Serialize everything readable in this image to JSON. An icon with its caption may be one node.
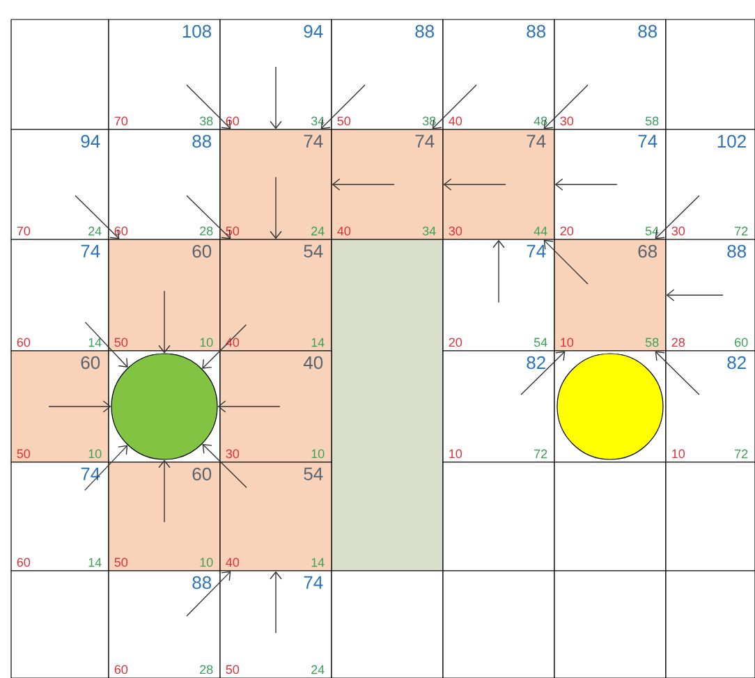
{
  "diagram": {
    "nodes": [
      {
        "text": [],
        "shape": "box"
      },
      {
        "text": [
          "108",
          "70",
          "38"
        ]
      },
      {
        "text": [
          "94",
          "60",
          "34"
        ]
      },
      {
        "text": [
          "88",
          "50",
          "38"
        ]
      },
      {
        "text": [
          "88",
          "40",
          "48"
        ]
      },
      {
        "text": [
          "88",
          "30",
          "58"
        ]
      },
      {
        "text": [],
        "shape": "box"
      },
      {
        "text": [
          "94",
          "70",
          "24"
        ]
      },
      {
        "text": [
          "88",
          "60",
          "28"
        ]
      },
      {
        "text": [
          "74",
          "50",
          "24"
        ]
      },
      {
        "text": [
          "74",
          "40",
          "34"
        ]
      },
      {
        "text": [
          "74",
          "30",
          "44"
        ]
      },
      {
        "text": [
          "74",
          "20",
          "54"
        ]
      },
      {
        "text": [
          "102",
          "30",
          "72"
        ]
      },
      {
        "text": [
          "74",
          "60",
          "14"
        ]
      },
      {
        "text": [
          "60",
          "50",
          "10"
        ]
      },
      {
        "text": [
          "54",
          "40",
          "14"
        ]
      },
      {
        "text": [],
        "shape": "bar"
      },
      {
        "text": [
          "74",
          "20",
          "54"
        ]
      },
      {
        "text": [
          "68",
          "10",
          "58"
        ]
      },
      {
        "text": [
          "88",
          "28",
          "60"
        ]
      },
      {
        "text": [
          "60",
          "50",
          "10"
        ]
      },
      {
        "text": [],
        "shape": "circle"
      },
      {
        "text": [
          "40",
          "30",
          "10"
        ]
      },
      {
        "text": [
          "82",
          "10",
          "72"
        ]
      },
      {
        "text": [],
        "shape": "circle"
      },
      {
        "text": [
          "82",
          "10",
          "72"
        ]
      },
      {
        "text": [
          "74",
          "60",
          "14"
        ]
      },
      {
        "text": [
          "60",
          "50",
          "10"
        ]
      },
      {
        "text": [
          "54",
          "40",
          "14"
        ]
      },
      {
        "text": [],
        "shape": "box"
      },
      {
        "text": [],
        "shape": "box"
      },
      {
        "text": [],
        "shape": "box"
      },
      {
        "text": [],
        "shape": "box"
      },
      {
        "text": [
          "88",
          "60",
          "28"
        ]
      },
      {
        "text": [
          "74",
          "50",
          "24"
        ]
      },
      {
        "text": [],
        "shape": "box"
      },
      {
        "text": [],
        "shape": "box"
      },
      {
        "text": [],
        "shape": "box"
      },
      {
        "text": [],
        "shape": "box"
      }
    ],
    "edges": [
      {
        "from": 1,
        "to": 9,
        "arrow": "to"
      },
      {
        "from": 2,
        "to": 9,
        "arrow": "to"
      },
      {
        "from": 3,
        "to": 9,
        "arrow": "to"
      },
      {
        "from": 4,
        "to": 10,
        "arrow": "to"
      },
      {
        "from": 5,
        "to": 11,
        "arrow": "to"
      },
      {
        "from": 7,
        "to": 15,
        "arrow": "to"
      },
      {
        "from": 8,
        "to": 16,
        "arrow": "to"
      },
      {
        "from": 9,
        "to": 16,
        "arrow": "to"
      },
      {
        "from": 10,
        "to": 9,
        "arrow": "to"
      },
      {
        "from": 11,
        "to": 10,
        "arrow": "to"
      },
      {
        "from": 12,
        "to": 11,
        "arrow": "to"
      },
      {
        "from": 13,
        "to": 19,
        "arrow": "to"
      },
      {
        "from": 14,
        "to": 22,
        "arrow": "to"
      },
      {
        "from": 15,
        "to": 22,
        "arrow": "to"
      },
      {
        "from": 16,
        "to": 22,
        "arrow": "to"
      },
      {
        "from": 18,
        "to": 11,
        "arrow": "to"
      },
      {
        "from": 19,
        "to": 11,
        "arrow": "to"
      },
      {
        "from": 20,
        "to": 19,
        "arrow": "to"
      },
      {
        "from": 21,
        "to": 22,
        "arrow": "to"
      },
      {
        "from": 23,
        "to": 22,
        "arrow": "to"
      },
      {
        "from": 24,
        "to": 19,
        "arrow": "to"
      },
      {
        "from": 26,
        "to": 19,
        "arrow": "to"
      },
      {
        "from": 27,
        "to": 22,
        "arrow": "to"
      },
      {
        "from": 28,
        "to": 22,
        "arrow": "to"
      },
      {
        "from": 29,
        "to": 22,
        "arrow": "to"
      },
      {
        "from": 34,
        "to": 29,
        "arrow": "to"
      },
      {
        "from": 35,
        "to": 29,
        "arrow": "to"
      }
    ]
  }
}
